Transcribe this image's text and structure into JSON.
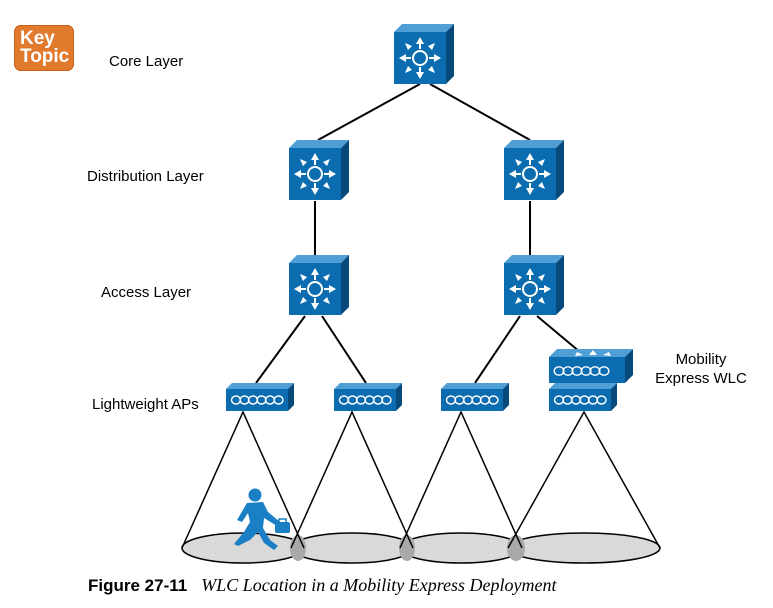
{
  "badge": {
    "line1": "Key",
    "line2": "Topic"
  },
  "layers": {
    "core": "Core Layer",
    "distribution": "Distribution Layer",
    "access": "Access Layer",
    "aps": "Lightweight APs"
  },
  "wlc_label": {
    "line1": "Mobility",
    "line2": "Express WLC"
  },
  "caption": {
    "figure": "Figure 27-11",
    "title": "WLC Location in a Mobility Express Deployment"
  },
  "colors": {
    "device": "#0b6db0",
    "device_top": "#4f9fd6",
    "device_side": "#06497a",
    "coverage": "#d9d9d9",
    "badge": "#e27a2e"
  },
  "icons": {
    "switch": "multilayer-switch-icon",
    "ap": "lightweight-ap-icon",
    "wlc": "wlc-icon",
    "user": "walking-user-icon"
  }
}
